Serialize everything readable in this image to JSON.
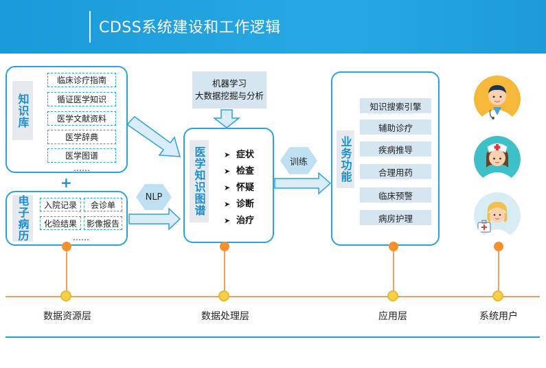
{
  "header": {
    "title": "CDSS系统建设和工作逻辑"
  },
  "knowledge_base": {
    "label": "知识库",
    "items": [
      "临床诊疗指南",
      "循证医学知识",
      "医学文献资料",
      "医学辞典",
      "医学图谱"
    ],
    "more": "……"
  },
  "emr": {
    "label": "电子病历",
    "items": [
      "入院记录",
      "会诊单",
      "化验结果",
      "影像报告"
    ],
    "more": "……"
  },
  "plus_symbol": "+",
  "nlp_label": "NLP",
  "ml_box": {
    "line1": "机器学习",
    "line2": "大数据挖掘与分析"
  },
  "knowledge_graph": {
    "label": "医学知识图谱",
    "items": [
      "症状",
      "检查",
      "怀疑",
      "诊断",
      "治疗"
    ],
    "bullet": "➤"
  },
  "train_label": "训练",
  "business": {
    "label": "业务功能",
    "items": [
      "知识搜索引擎",
      "辅助诊疗",
      "疾病推导",
      "合理用药",
      "临床预警",
      "病房护理"
    ]
  },
  "users": {
    "icons": [
      "doctor-icon",
      "nurse-icon",
      "caregiver-icon"
    ]
  },
  "layers": [
    "数据资源层",
    "数据处理层",
    "应用层",
    "系统用户"
  ],
  "colors": {
    "header": "#1a9ad8",
    "panel_border": "#2aa3dc",
    "label_text": "#1a8fd2",
    "axis": "#e8a35e",
    "dot": "#f4902e"
  }
}
